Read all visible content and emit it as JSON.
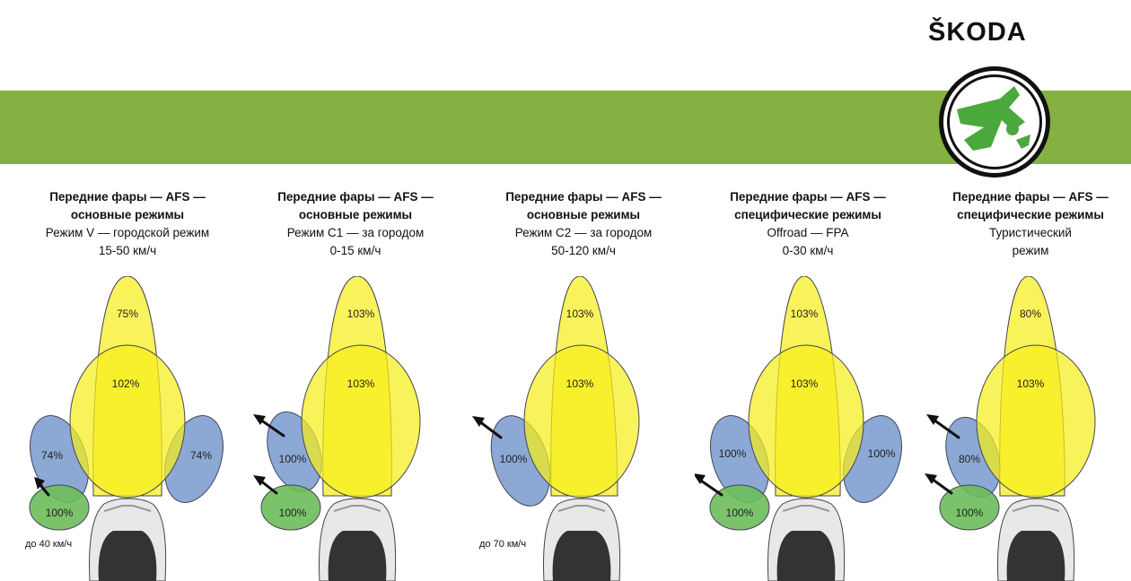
{
  "brand": {
    "wordmark": "ŠKODA",
    "colors": {
      "band": "#84b142",
      "logo_green": "#4aa83c",
      "beam_yellow": "#f6ee1c",
      "corner_blue": "#7f9fd0",
      "fog_green": "#6cbc5a"
    }
  },
  "panels": [
    {
      "title": [
        "Передние фары — AFS —",
        "основные режимы",
        "Режим V — городской режим",
        "15-50 км/ч"
      ],
      "main_top": "75%",
      "main_low": "102%",
      "left_upper": "74%",
      "left_lower": "100%",
      "right_upper": "74%",
      "speed_note": "до 40 км/ч",
      "variant": "both-corners"
    },
    {
      "title": [
        "Передние фары — AFS —",
        "основные режимы",
        "Режим C1 — за городом",
        "0-15 км/ч"
      ],
      "main_top": "103%",
      "main_low": "103%",
      "left_upper": "100%",
      "left_lower": "100%",
      "right_upper": "",
      "speed_note": "",
      "variant": "left-only"
    },
    {
      "title": [
        "Передние фары — AFS —",
        "основные режимы",
        "Режим C2 — за городом",
        "50-120 км/ч"
      ],
      "main_top": "103%",
      "main_low": "103%",
      "left_upper": "100%",
      "left_lower": "",
      "right_upper": "",
      "speed_note": "до 70 км/ч",
      "variant": "left-single"
    },
    {
      "title": [
        "Передние фары — AFS —",
        "специфические режимы",
        "Offroad — FPA",
        "0-30 км/ч"
      ],
      "main_top": "103%",
      "main_low": "103%",
      "left_upper": "100%",
      "left_lower": "100%",
      "right_upper": "100%",
      "speed_note": "",
      "variant": "both-corners"
    },
    {
      "title": [
        "Передние фары — AFS —",
        "специфические режимы",
        "Туристический",
        "режим"
      ],
      "main_top": "80%",
      "main_low": "103%",
      "left_upper": "80%",
      "left_lower": "100%",
      "right_upper": "",
      "speed_note": "",
      "variant": "left-only"
    }
  ]
}
